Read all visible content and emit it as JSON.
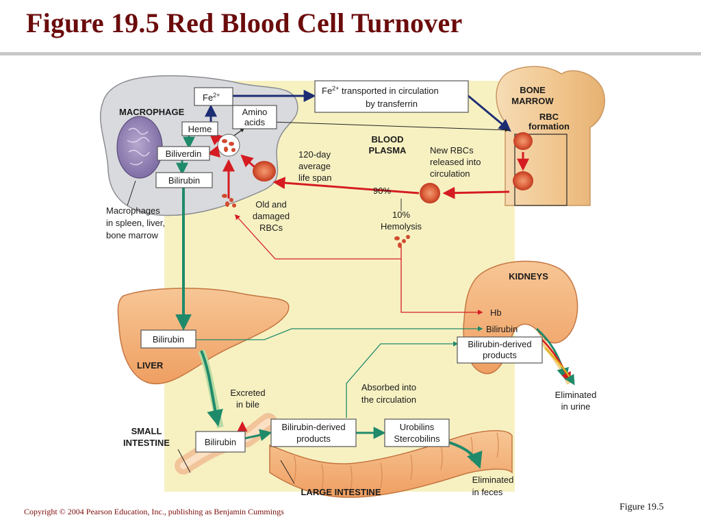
{
  "slide": {
    "title": "Figure 19.5  Red Blood Cell Turnover",
    "copyright": "Copyright © 2004 Pearson Education, Inc., publishing as Benjamin Cummings",
    "figure_ref": "Figure 19.5"
  },
  "diagram": {
    "macrophage_label": "MACROPHAGE",
    "fe_box": "Fe",
    "fe_sup": "2+",
    "amino_box": [
      "Amino",
      "acids"
    ],
    "heme_box": "Heme",
    "biliverdin_box": "Biliverdin",
    "bilirubin_macro_box": "Bilirubin",
    "macrophages_note": [
      "Macrophages",
      "in spleen, liver,",
      "bone marrow"
    ],
    "transferrin_box": {
      "prefix": "Fe",
      "sup": "2+",
      "line1_rest": " transported in circulation",
      "line2": "by transferrin"
    },
    "bone_marrow_label": [
      "BONE",
      "MARROW"
    ],
    "rbc_formation_label": [
      "RBC",
      "formation"
    ],
    "blood_plasma_label": [
      "BLOOD",
      "PLASMA"
    ],
    "life_span_label": [
      "120-day",
      "average",
      "life span"
    ],
    "new_rbcs_label": [
      "New RBCs",
      "released into",
      "circulation"
    ],
    "pct_90": "90%",
    "pct_10_label": [
      "10%",
      "Hemolysis"
    ],
    "old_rbcs_label": [
      "Old and",
      "damaged",
      "RBCs"
    ],
    "kidneys_label": "KIDNEYS",
    "hb_label": "Hb",
    "bilirubin_kidney_label": "Bilirubin",
    "bilirubin_derived_kidney_box": [
      "Bilirubin-derived",
      "products"
    ],
    "eliminated_urine_label": [
      "Eliminated",
      "in urine"
    ],
    "liver_label": "LIVER",
    "bilirubin_liver_box": "Bilirubin",
    "excreted_label": [
      "Excreted",
      "in bile"
    ],
    "absorbed_label": [
      "Absorbed into",
      "the circulation"
    ],
    "small_intestine_label": [
      "SMALL",
      "INTESTINE"
    ],
    "bilirubin_intestine_box": "Bilirubin",
    "bilirubin_derived_intestine_box": [
      "Bilirubin-derived",
      "products"
    ],
    "urobilins_box": [
      "Urobilins",
      "Stercobilins"
    ],
    "large_intestine_label": "LARGE INTESTINE",
    "eliminated_feces_label": [
      "Eliminated",
      "in feces"
    ]
  },
  "colors": {
    "title": "#6b0c0c",
    "plasma": "#f7f1c2",
    "macrophage": "#d9dadd",
    "bone": "#f3cf9f",
    "organ": "#f4b27a",
    "red_arrow": "#d51c22",
    "blue_arrow": "#1d2d73",
    "green_arrow": "#1f8a6a",
    "rbc": "#d24a2e"
  }
}
